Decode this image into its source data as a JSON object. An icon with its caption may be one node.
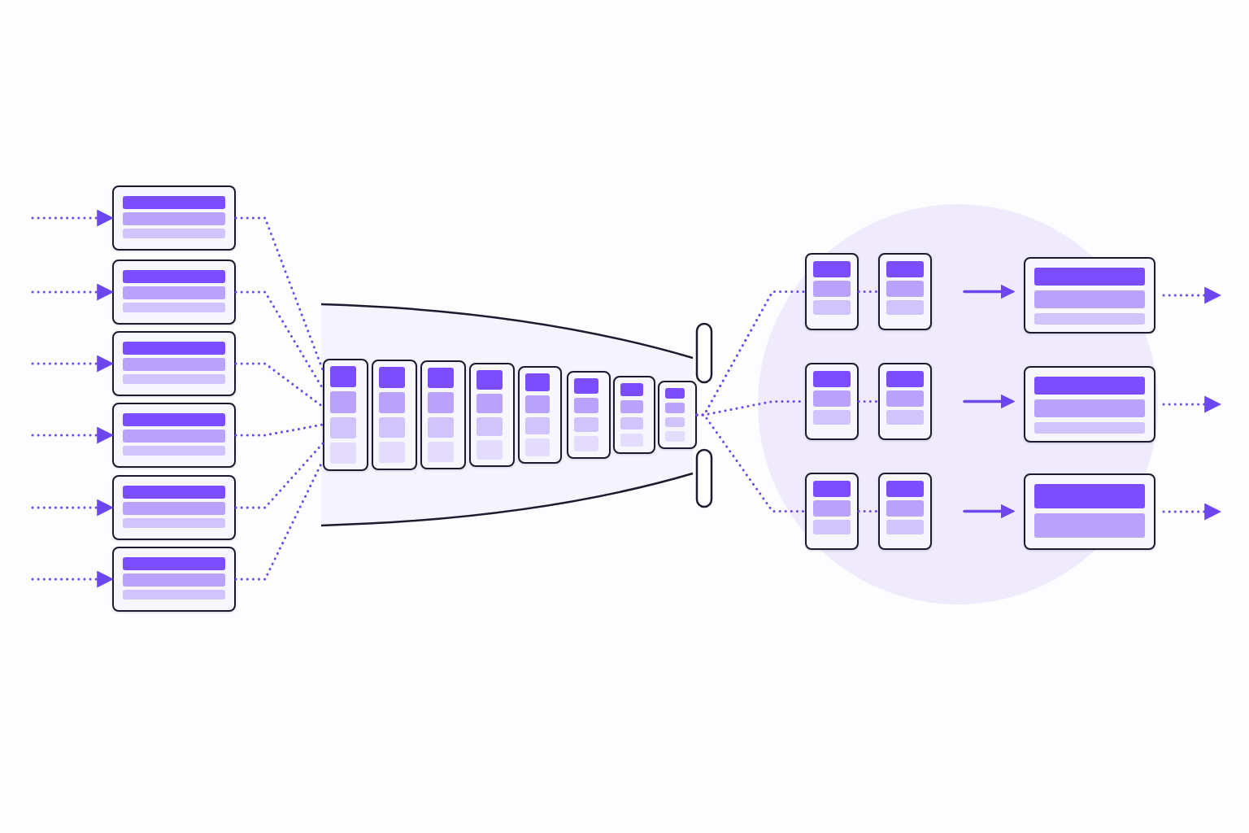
{
  "diagram": {
    "nodes": [
      {
        "text": [],
        "shape": "box"
      },
      {
        "text": [],
        "shape": "box"
      },
      {
        "text": [],
        "shape": "box"
      },
      {
        "text": [],
        "shape": "box"
      },
      {
        "text": [],
        "shape": "box"
      },
      {
        "text": [],
        "shape": "box"
      },
      {
        "text": [],
        "shape": "box"
      },
      {
        "text": [],
        "shape": "box"
      },
      {
        "text": [],
        "shape": "box"
      },
      {
        "text": [],
        "shape": "box"
      },
      {
        "text": [],
        "shape": "box"
      },
      {
        "text": [],
        "shape": "box"
      },
      {
        "text": [],
        "shape": "box"
      },
      {
        "text": [],
        "shape": "box"
      },
      {
        "text": [],
        "shape": "box"
      },
      {
        "text": [],
        "shape": "box"
      },
      {
        "text": [],
        "shape": "box"
      },
      {
        "text": [],
        "shape": "box"
      },
      {
        "text": [],
        "shape": "box"
      },
      {
        "text": [],
        "shape": "box"
      },
      {
        "text": [],
        "shape": "box"
      },
      {
        "text": [],
        "shape": "box"
      },
      {
        "text": [],
        "shape": "box"
      }
    ],
    "edges": [
      {
        "from": null,
        "to": 0,
        "arrow": "to",
        "style": "dashed"
      },
      {
        "from": null,
        "to": 1,
        "arrow": "to",
        "style": "dashed"
      },
      {
        "from": null,
        "to": 2,
        "arrow": "to",
        "style": "dashed"
      },
      {
        "from": null,
        "to": 3,
        "arrow": "to",
        "style": "dashed"
      },
      {
        "from": null,
        "to": 4,
        "arrow": "to",
        "style": "dashed"
      },
      {
        "from": null,
        "to": 5,
        "arrow": "to",
        "style": "dashed"
      },
      {
        "from": 0,
        "to": 6,
        "arrow": "none",
        "style": "dashed"
      },
      {
        "from": 1,
        "to": 6,
        "arrow": "none",
        "style": "dashed"
      },
      {
        "from": 2,
        "to": 6,
        "arrow": "none",
        "style": "dashed"
      },
      {
        "from": 3,
        "to": 6,
        "arrow": "none",
        "style": "dashed"
      },
      {
        "from": 4,
        "to": 6,
        "arrow": "none",
        "style": "dashed"
      },
      {
        "from": 5,
        "to": 6,
        "arrow": "none",
        "style": "dashed"
      },
      {
        "from": 13,
        "to": 14,
        "arrow": "none",
        "style": "dashed"
      },
      {
        "from": 13,
        "to": 17,
        "arrow": "none",
        "style": "dashed"
      },
      {
        "from": 13,
        "to": 20,
        "arrow": "none",
        "style": "dashed"
      },
      {
        "from": 14,
        "to": 15,
        "arrow": "none",
        "style": "dashed"
      },
      {
        "from": 17,
        "to": 18,
        "arrow": "none",
        "style": "dashed"
      },
      {
        "from": 20,
        "to": 21,
        "arrow": "none",
        "style": "dashed"
      },
      {
        "from": 15,
        "to": 16,
        "arrow": "to"
      },
      {
        "from": 18,
        "to": 19,
        "arrow": "to"
      },
      {
        "from": 21,
        "to": 22,
        "arrow": "to"
      },
      {
        "from": 16,
        "to": null,
        "arrow": "to",
        "style": "dashed"
      },
      {
        "from": 19,
        "to": null,
        "arrow": "to",
        "style": "dashed"
      },
      {
        "from": 22,
        "to": null,
        "arrow": "to",
        "style": "dashed"
      }
    ]
  }
}
